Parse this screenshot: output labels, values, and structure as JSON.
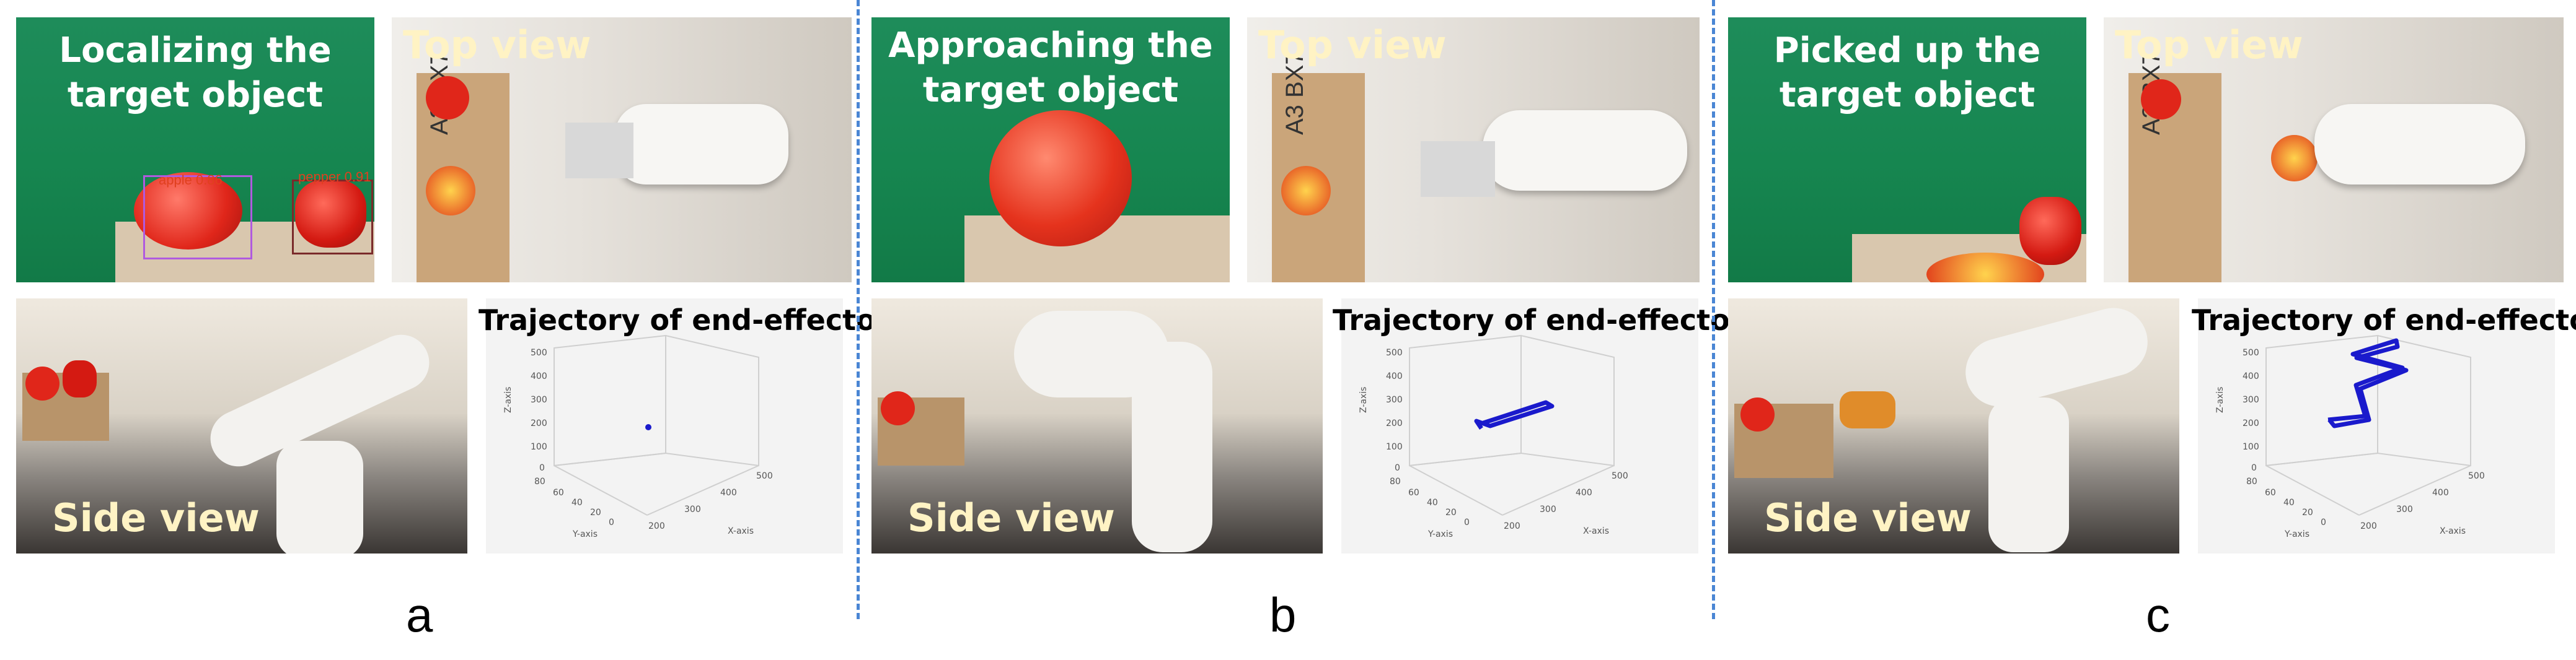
{
  "columns": [
    {
      "id": "a",
      "status_caption": "Localizing the\ntarget object",
      "top_label": "Top view",
      "side_label": "Side view",
      "traj_title": "Trajectory of end-effector",
      "letter": "a",
      "detections": [
        "apple 0.86",
        "pepper 0.91"
      ]
    },
    {
      "id": "b",
      "status_caption": "Approaching the\ntarget object",
      "top_label": "Top view",
      "side_label": "Side view",
      "traj_title": "Trajectory of end-effector",
      "letter": "b"
    },
    {
      "id": "c",
      "status_caption": "Picked up the\ntarget object",
      "top_label": "Top view",
      "side_label": "Side view",
      "traj_title": "Trajectory of end-effector",
      "letter": "c"
    }
  ],
  "box_text": "A3 BX7",
  "plot_axes": {
    "z_label": "Z-axis",
    "x_label": "X-axis",
    "y_label": "Y-axis",
    "z_ticks": [
      "500",
      "400",
      "300",
      "200",
      "100",
      "0"
    ],
    "x_ticks": [
      "200",
      "300",
      "400",
      "500"
    ],
    "y_ticks": [
      "80",
      "60",
      "40",
      "20",
      "0"
    ]
  },
  "colors": {
    "green_screen": "#168650",
    "trajectory": "#1a1acc",
    "divider": "#4a86d4",
    "label": "#fff3c4"
  }
}
